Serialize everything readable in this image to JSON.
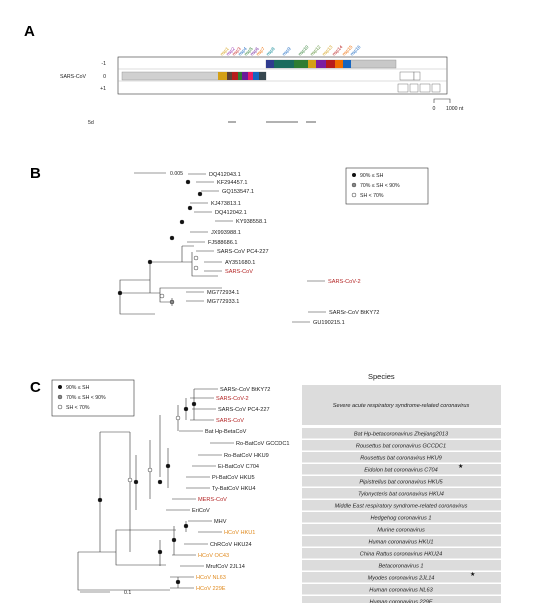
{
  "panels": {
    "A": {
      "letter": "A",
      "row_labels": [
        "-1",
        "0",
        "+1"
      ],
      "genome_label": "SARS-CoV",
      "track_label": "5d",
      "scale_label": "1000 nt",
      "scale_zero": "0",
      "protein_labels": [
        "nsp1",
        "nsp2",
        "nsp3",
        "nsp4",
        "nsp5",
        "nsp6",
        "nsp7",
        "nsp8",
        "nsp9",
        "nsp10",
        "nsp12",
        "nsp13",
        "nsp14",
        "nsp15",
        "nsp16"
      ]
    },
    "B": {
      "letter": "B",
      "scale_value": "0.005",
      "legend": [
        "90% ≤ SH",
        "70% ≤ SH < 90%",
        "SH < 70%"
      ],
      "tips": [
        "DQ412043.1",
        "KF294457.1",
        "GQ153547.1",
        "KJ473813.1",
        "DQ412042.1",
        "KY938558.1",
        "JX993988.1",
        "FJ588686.1",
        "SARS-CoV PC4-227",
        "AY351680.1",
        "SARS-CoV",
        "SARS-CoV-2",
        "MG772934.1",
        "MG772933.1",
        "SARSr-CoV BtKY72",
        "GU190215.1"
      ]
    },
    "C": {
      "letter": "C",
      "species_header": "Species",
      "scale_value": "0.1",
      "legend": [
        "90% ≤ SH",
        "70% ≤ SH < 90%",
        "SH < 70%"
      ],
      "tips": [
        {
          "label": "SARSr-CoV BtKY72",
          "color": "black"
        },
        {
          "label": "SARS-CoV-2",
          "color": "red"
        },
        {
          "label": "SARS-CoV PC4-227",
          "color": "black"
        },
        {
          "label": "SARS-CoV",
          "color": "red"
        },
        {
          "label": "Bat Hp-BetaCoV",
          "color": "black"
        },
        {
          "label": "Ro-BatCoV GCCDC1",
          "color": "black"
        },
        {
          "label": "Ro-BatCoV HKU9",
          "color": "black"
        },
        {
          "label": "Ei-BatCoV C704",
          "color": "black"
        },
        {
          "label": "Pi-BatCoV HKU5",
          "color": "black"
        },
        {
          "label": "Ty-BatCoV HKU4",
          "color": "black"
        },
        {
          "label": "MERS-CoV",
          "color": "red"
        },
        {
          "label": "EriCoV",
          "color": "black"
        },
        {
          "label": "MHV",
          "color": "black"
        },
        {
          "label": "HCoV HKU1",
          "color": "orange"
        },
        {
          "label": "ChRCoV HKU24",
          "color": "black"
        },
        {
          "label": "HCoV OC43",
          "color": "orange"
        },
        {
          "label": "MrufCoV 2JL14",
          "color": "black"
        },
        {
          "label": "HCoV NL63",
          "color": "orange"
        },
        {
          "label": "HCoV 229E",
          "color": "orange"
        }
      ],
      "species": [
        "Severe acute respiratory syndrome-related coronavirus",
        "Bat Hp-betacoronavirus Zhejiang2013",
        "Rousettus bat coronavirus GCCDC1",
        "Rousettus bat coronavirus HKU9",
        "Eidolon bat coronavirus C704",
        "Pipistrellus bat coronavirus HKU5",
        "Tylonycteris bat coronavirus HKU4",
        "Middle East respiratory syndrome-related coronavirus",
        "Hedgehog coronavirus 1",
        "Murine coronavirus",
        "Human coronavirus HKU1",
        "China Rattus coronavirus HKU24",
        "Betacoronavirus 1",
        "Myodes coronavirus 2JL14",
        "Human coronavirus NL63",
        "Human coronavirus 229E"
      ]
    }
  },
  "colors": {
    "red": "#b22222",
    "orange": "#e08a1e",
    "black": "#222222",
    "species_bg": "#dcdcdc"
  }
}
